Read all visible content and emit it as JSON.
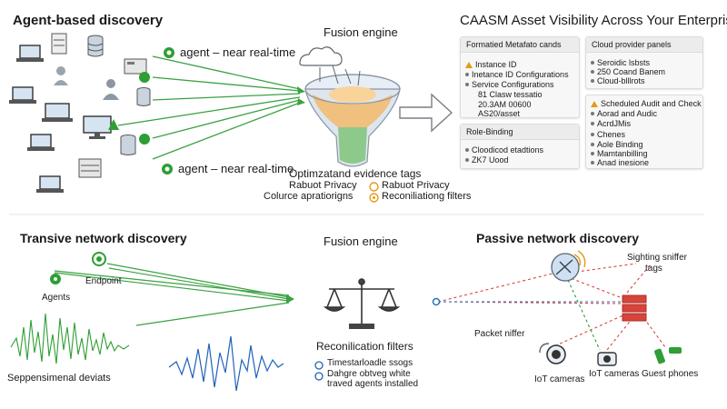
{
  "sections": {
    "agent_discovery": "Agent-based discovery",
    "fusion_top": "Fusion engine",
    "caasm": "CAASM Asset Visibility Across Your Enterprise",
    "transive": "Transive network discovery",
    "fusion_bottom": "Fusion engine",
    "passive": "Passive network discovery"
  },
  "agent_labels": {
    "top": "agent – near real-time",
    "bottom": "agent – near real-time"
  },
  "fusion_top_labels": {
    "line1": "Optimzatand evidence tags",
    "left1": "Rabuot Privacy",
    "left2": "Colurce apratiorigns",
    "right1": "Rabuot Privacy",
    "right2": "Reconiliationg filters"
  },
  "cards": {
    "c1": {
      "title": "Formatied Metafato cands",
      "rows": [
        "Instance ID",
        "Inetance ID Configurations",
        "Service Configurations",
        "81 Clasw tessatio",
        "20.3AM 00600",
        "AS20/asset"
      ]
    },
    "c2": {
      "title": "Role-Binding",
      "rows": [
        "Cloodicod etadtions",
        "ZK7 Uood"
      ]
    },
    "c3": {
      "title": "Cloud provider panels",
      "rows": [
        "Seroidic lsbsts",
        "250 Coand Banem",
        "Cloud-blllrots"
      ]
    },
    "c4": {
      "title": "Scheduled Audit and Check",
      "rows": [
        "Aorad and Audic",
        "AcrdJMis",
        "Chenes",
        "Aole Binding",
        "Mamtanbilling",
        "Anad inesione"
      ]
    }
  },
  "transive_labels": {
    "agents": "Agents",
    "endpoint": "Endpoint",
    "seq": "Seppensimenal deviats"
  },
  "fusion_bottom_labels": {
    "filters": "Reconilication filters",
    "opt1": "Timestarloadle ssogs",
    "opt2": "Dahgre obtveg white",
    "opt3": "traved agents installed"
  },
  "passive_labels": {
    "sighting": "Sighting sniffer",
    "tags": "tags",
    "packet": "Packet niffer",
    "iot1": "IoT cameras",
    "iot2": "IoT cameras",
    "guest": "Guest phones"
  },
  "colors": {
    "green": "#2e9e35",
    "red": "#d9443a",
    "blue": "#3a6fb5",
    "orange": "#e79a14",
    "gray": "#5c6670"
  }
}
